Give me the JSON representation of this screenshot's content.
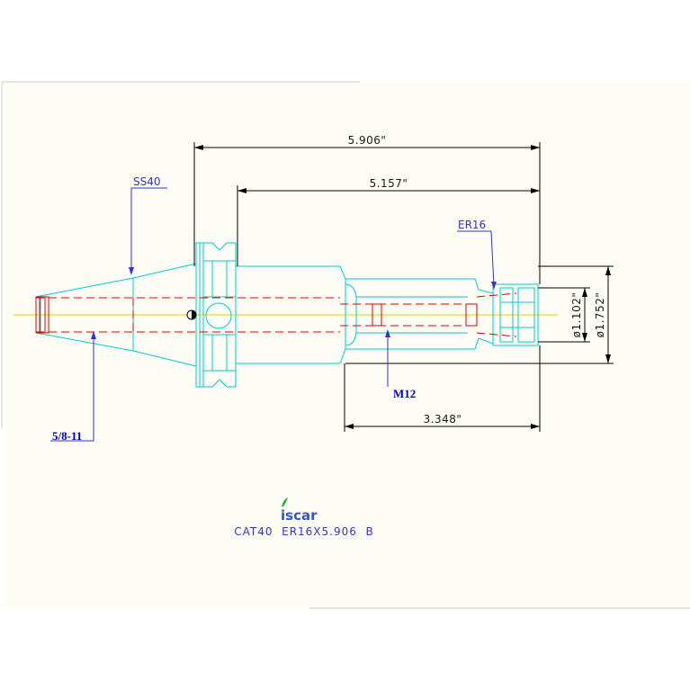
{
  "dimensions": {
    "overall_length": "5.906\"",
    "gauge_length": "5.157\"",
    "nose_length": "3.348\"",
    "collet_diameter": "ø1.102\"",
    "body_diameter": "ø1.752\""
  },
  "labels": {
    "taper": "SS40",
    "collet": "ER16",
    "rear_thread": "5/8-11",
    "stop_screw": "M12"
  },
  "brand": {
    "logo_text": "iscar"
  },
  "caption": "CAT40  ER16X5.906  B",
  "colors": {
    "background": "#fdfdf5",
    "outline": "#00cccc",
    "hidden": "#dd0000",
    "center_line": "#e8d000",
    "dimension": "#000000",
    "leader": "#3333cc"
  }
}
